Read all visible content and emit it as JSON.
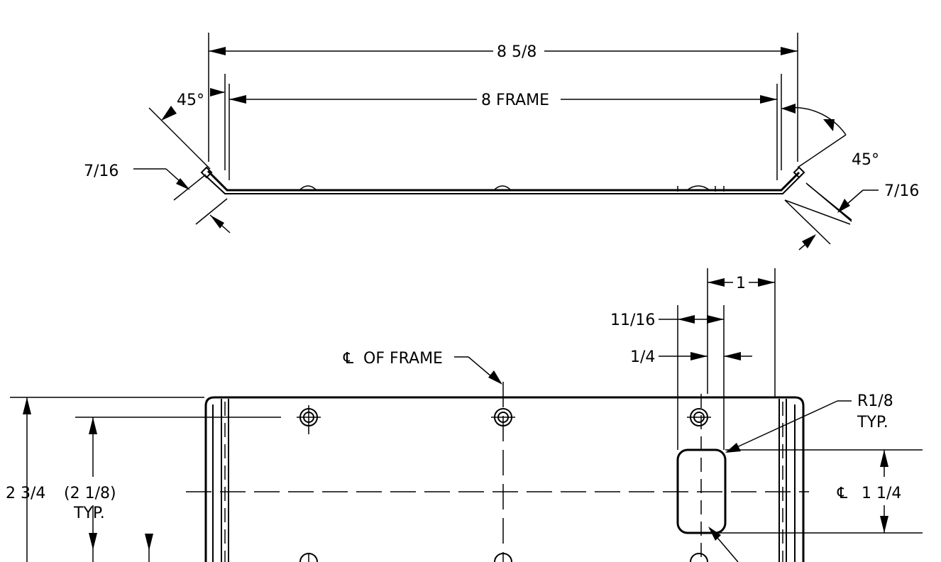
{
  "dimensions": {
    "overall_width": "8 5/8",
    "frame_width": "8 FRAME",
    "angle_left": "45°",
    "angle_right": "45°",
    "flange_left": "7/16",
    "flange_right": "7/16",
    "slot_offset": "1",
    "slot_center_offset": "11/16",
    "slot_width": "1/4",
    "height": "2 3/4",
    "hole_spacing": "(2 1/8)",
    "hole_spacing_note": "TYP.",
    "slot_height": "1 1/4",
    "corner_radius": "R1/8",
    "corner_radius_note": "TYP."
  },
  "annotations": {
    "centerline_frame": "OF FRAME",
    "centerline_symbol": "℄"
  }
}
